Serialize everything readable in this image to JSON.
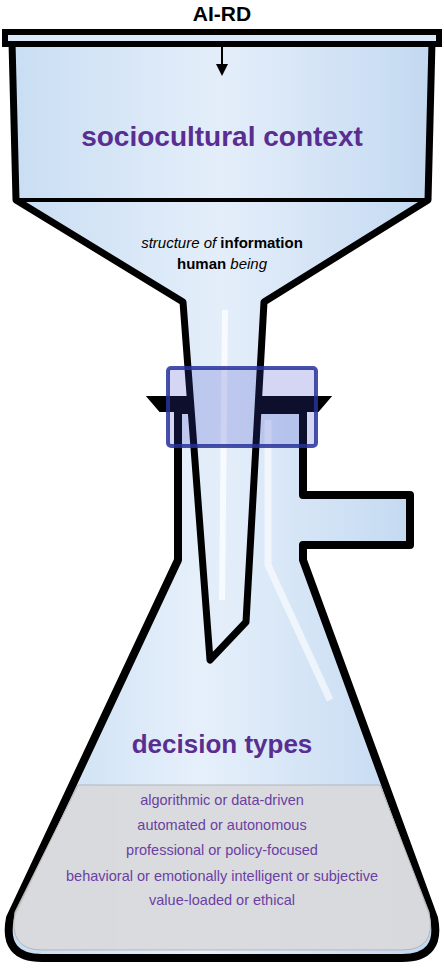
{
  "diagram": {
    "title": "AI-RD",
    "nodes": [
      {
        "text": [
          "sociocultural context",
          "structure of information human being"
        ]
      },
      {
        "text": [
          "decision types"
        ]
      },
      {
        "text": [
          "algorithmic or data-driven",
          "automated or autonomous",
          "professional or policy-focused",
          "behavioral or emotionally intelligent or subjective",
          "value-loaded or ethical"
        ],
        "in": 1
      }
    ]
  }
}
